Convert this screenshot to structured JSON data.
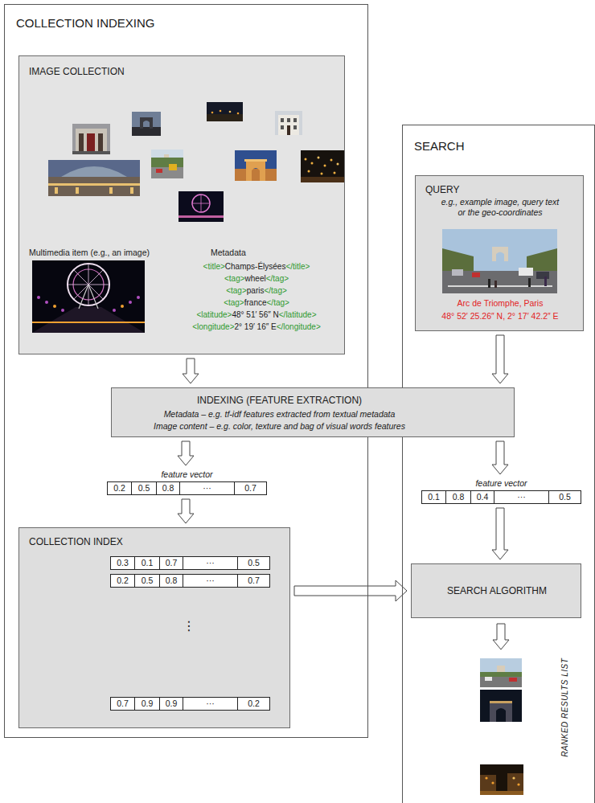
{
  "diagram": {
    "nodes": [
      {
        "text": [
          "COLLECTION INDEXING"
        ]
      },
      {
        "text": [
          "IMAGE COLLECTION",
          "Multimedia item (e.g., an image)",
          "Metadata",
          "<title>Champs-Élysées</title>",
          "<tag>wheel</tag>",
          "<tag>paris</tag>",
          "<tag>france</tag>",
          "<latitude>48° 51′ 56″ N</latitude>",
          "<longitude>2° 19′ 16″ E</longitude>"
        ],
        "in": 0
      },
      {
        "text": [
          "INDEXING (FEATURE EXTRACTION)",
          "Metadata – e.g. tf-idf features extracted from textual metadata",
          "Image content – e.g. color, texture and bag of visual words features"
        ]
      },
      {
        "text": [
          "feature vector",
          "0.2",
          "0.5",
          "0.8",
          "···",
          "0.7"
        ],
        "in": 0
      },
      {
        "text": [
          "COLLECTION INDEX",
          "⋮"
        ],
        "in": 0
      },
      {
        "text": [
          "0.3",
          "0.1",
          "0.7",
          "···",
          "0.5"
        ],
        "in": 4
      },
      {
        "text": [
          "0.2",
          "0.5",
          "0.8",
          "···",
          "0.7"
        ],
        "in": 4
      },
      {
        "text": [
          "0.7",
          "0.9",
          "0.9",
          "···",
          "0.2"
        ],
        "in": 4
      },
      {
        "text": [
          "SEARCH"
        ]
      },
      {
        "text": [
          "QUERY",
          "e.g., example image, query text or the geo-coordinates",
          "Arc de Triomphe, Paris",
          "48° 52′ 25.26″ N, 2° 17′ 42.2″ E"
        ],
        "in": 8
      },
      {
        "text": [
          "feature vector",
          "0.1",
          "0.8",
          "0.4",
          "···",
          "0.5"
        ],
        "in": 8
      },
      {
        "text": [
          "SEARCH ALGORITHM"
        ],
        "in": 8
      }
    ],
    "edges": [
      {
        "from": 1,
        "to": 2,
        "arrow": "to"
      },
      {
        "from": 2,
        "to": 3,
        "arrow": "to"
      },
      {
        "from": 3,
        "to": 4,
        "arrow": "to"
      },
      {
        "from": 4,
        "to": 11,
        "arrow": "to"
      },
      {
        "from": 9,
        "to": 2,
        "arrow": "to"
      },
      {
        "from": 2,
        "to": 10,
        "arrow": "to"
      },
      {
        "from": 10,
        "to": 11,
        "arrow": "to"
      }
    ],
    "labels": [
      "RANKED RESULTS LIST"
    ]
  }
}
